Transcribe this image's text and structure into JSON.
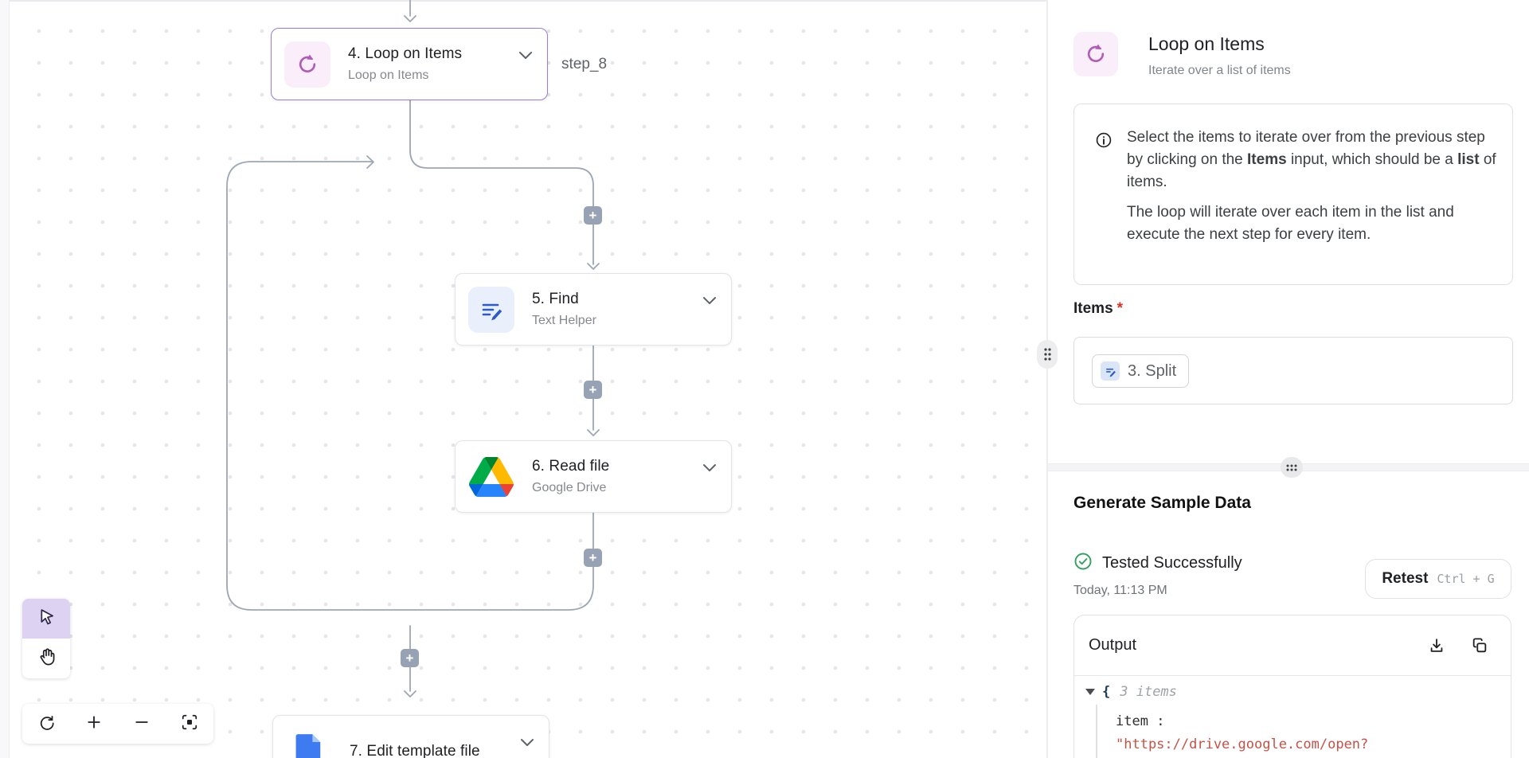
{
  "canvas": {
    "nodes": [
      {
        "title": "4. Loop on Items",
        "subtitle": "Loop on Items",
        "badge": "step_8",
        "icon": "loop-icon",
        "selected": true
      },
      {
        "title": "5. Find",
        "subtitle": "Text Helper",
        "icon": "text-helper-icon"
      },
      {
        "title": "6. Read file",
        "subtitle": "Google Drive",
        "icon": "google-drive-icon"
      },
      {
        "title": "7. Edit template file",
        "icon": "google-docs-icon"
      }
    ],
    "add_label": "+"
  },
  "panel": {
    "header": {
      "title": "Loop on Items",
      "subtitle": "Iterate over a list of items"
    },
    "info": {
      "p1a": "Select the items to iterate over from the previous step by clicking on the ",
      "p1b": "Items",
      "p1c": " input, which should be a ",
      "p1d": "list",
      "p1e": " of items.",
      "p2": "The loop will iterate over each item in the list and execute the next step for every item."
    },
    "items_field": {
      "label": "Items",
      "required_mark": "*",
      "chip_label": "3. Split"
    },
    "sample": {
      "heading": "Generate Sample Data",
      "status": "Tested Successfully",
      "timestamp": "Today, 11:13 PM",
      "retest_label": "Retest",
      "retest_shortcut": "Ctrl + G"
    },
    "output": {
      "heading": "Output",
      "root_brace": "{",
      "root_meta": "3 items",
      "key": "item",
      "colon": ":",
      "value": "\"https://drive.google.com/open?"
    }
  },
  "colors": {
    "selected_node_border": "#9c7bd4",
    "loop_icon": "#b25ab8",
    "text_helper_icon": "#2b5bc7",
    "connector": "#9ca6b4",
    "success_green": "#34a060",
    "url_value": "#c75146",
    "required_red": "#d93025"
  }
}
